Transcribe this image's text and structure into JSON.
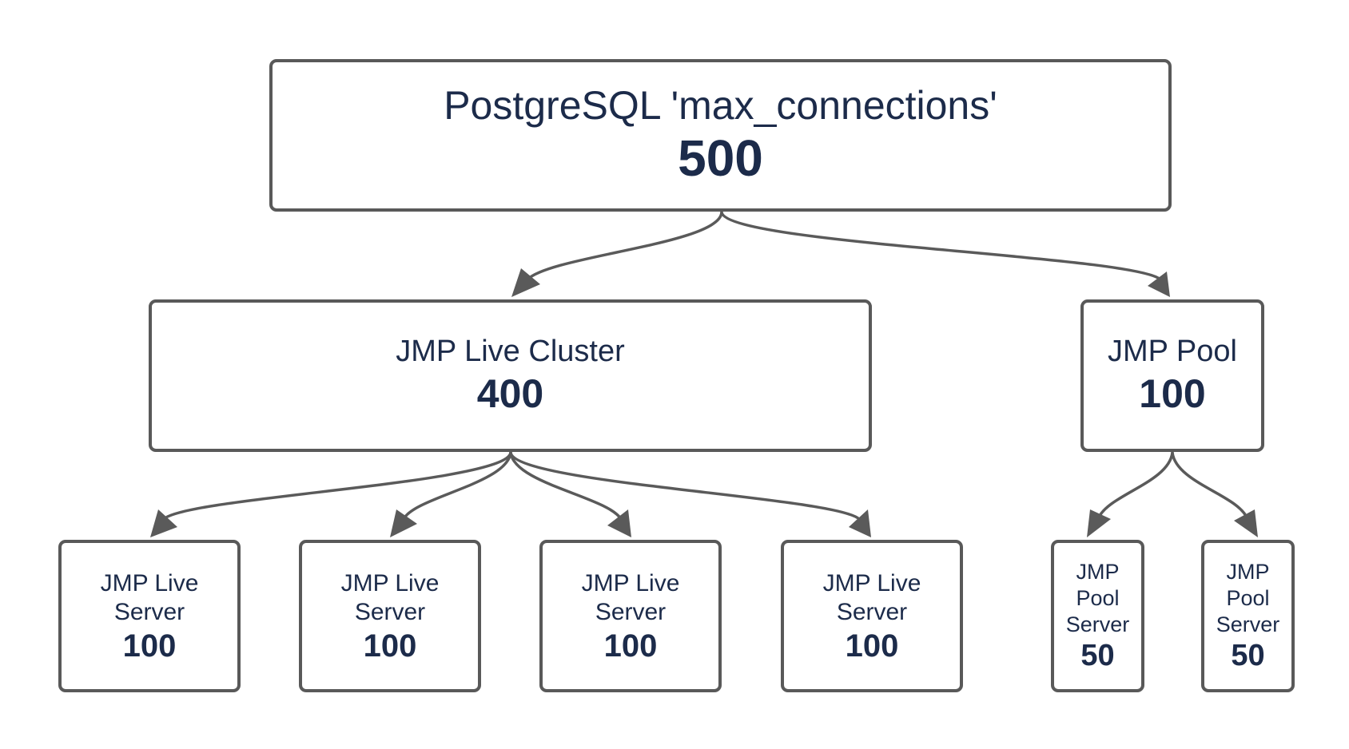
{
  "root": {
    "label": "PostgreSQL 'max_connections'",
    "value": "500"
  },
  "cluster": {
    "label": "JMP Live Cluster",
    "value": "400"
  },
  "pool": {
    "label": "JMP Pool",
    "value": "100"
  },
  "live_servers": [
    {
      "line1": "JMP Live",
      "line2": "Server",
      "value": "100"
    },
    {
      "line1": "JMP Live",
      "line2": "Server",
      "value": "100"
    },
    {
      "line1": "JMP Live",
      "line2": "Server",
      "value": "100"
    },
    {
      "line1": "JMP Live",
      "line2": "Server",
      "value": "100"
    }
  ],
  "pool_servers": [
    {
      "line1": "JMP",
      "line2": "Pool",
      "line3": "Server",
      "value": "50"
    },
    {
      "line1": "JMP",
      "line2": "Pool",
      "line3": "Server",
      "value": "50"
    }
  ],
  "colors": {
    "box_border": "#595959",
    "connector": "#5a5a5a",
    "text": "#1c2b4a",
    "background": "#ffffff"
  }
}
